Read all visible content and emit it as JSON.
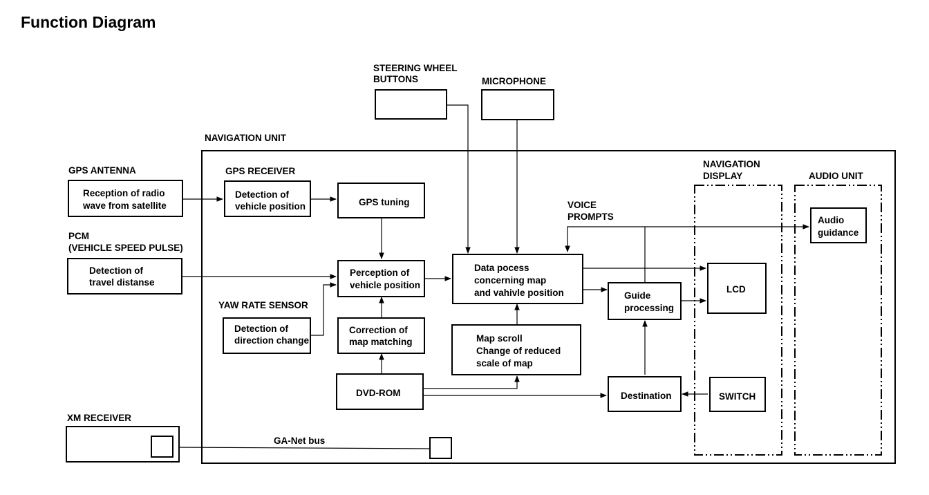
{
  "title": "Function Diagram",
  "labels": {
    "steering_wheel_buttons": [
      "STEERING WHEEL",
      "BUTTONS"
    ],
    "microphone": "MICROPHONE",
    "navigation_unit": "NAVIGATION UNIT",
    "gps_antenna": "GPS ANTENNA",
    "gps_receiver": "GPS RECEIVER",
    "pcm": [
      "PCM",
      "(VEHICLE SPEED PULSE)"
    ],
    "yaw_rate_sensor": "YAW RATE SENSOR",
    "navigation_display": [
      "NAVIGATION",
      "DISPLAY"
    ],
    "audio_unit": "AUDIO UNIT",
    "voice_prompts": [
      "VOICE",
      "PROMPTS"
    ],
    "xm_receiver": "XM RECEIVER",
    "ga_net_bus": "GA-Net bus"
  },
  "boxes": {
    "reception": [
      "Reception of radio",
      "wave from satellite"
    ],
    "detection_position": [
      "Detection of",
      "vehicle position"
    ],
    "gps_tuning": "GPS tuning",
    "detection_travel": [
      "Detection of",
      "travel distanse"
    ],
    "perception": [
      "Perception of",
      "vehicle position"
    ],
    "data_process": [
      "Data pocess",
      "concerning map",
      "and vahivle position"
    ],
    "detection_direction": [
      "Detection of",
      "direction change"
    ],
    "correction": [
      "Correction of",
      "map matching"
    ],
    "map_scroll": [
      "Map scroll",
      "Change of reduced",
      "scale of map"
    ],
    "guide_processing": [
      "Guide",
      "processing"
    ],
    "lcd": "LCD",
    "audio_guidance": [
      "Audio",
      "guidance"
    ],
    "dvd_rom": "DVD-ROM",
    "destination": "Destination",
    "switch": "SWITCH"
  }
}
